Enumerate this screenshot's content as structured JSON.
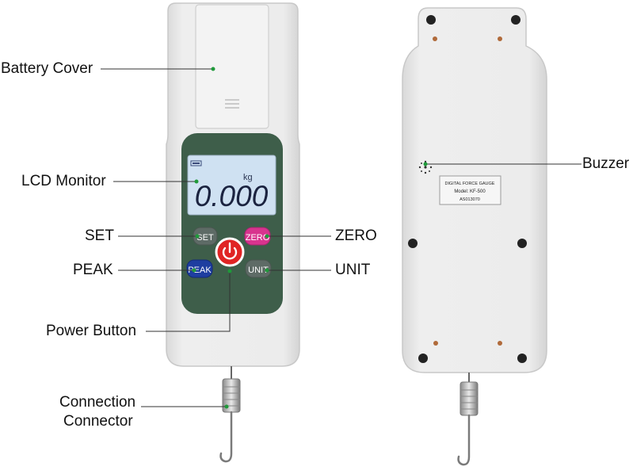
{
  "callouts": {
    "battery_cover": "Battery Cover",
    "lcd_monitor": "LCD Monitor",
    "set": "SET",
    "zero": "ZERO",
    "peak": "PEAK",
    "unit": "UNIT",
    "power_button": "Power Button",
    "connection_line1": "Connection",
    "connection_line2": "Connector",
    "buzzer": "Buzzer"
  },
  "front_panel": {
    "lcd_unit": "kg",
    "lcd_reading": "0.000",
    "btn_set": "SET",
    "btn_zero": "ZERO",
    "btn_peak": "PEAK",
    "btn_unit": "UNIT"
  },
  "back_label": {
    "line1": "DIGITAL FORCE GAUGE",
    "line2": "Model: KF-500",
    "line3": "AS013070"
  },
  "colors": {
    "body": "#eaeaea",
    "panel": "#3e5e4a",
    "lcd": "#cfe1f2",
    "zero_button": "#d8348e",
    "peak_button": "#1e3ea0",
    "power_button": "#e02424",
    "callout_dot": "#1f9a3a"
  }
}
